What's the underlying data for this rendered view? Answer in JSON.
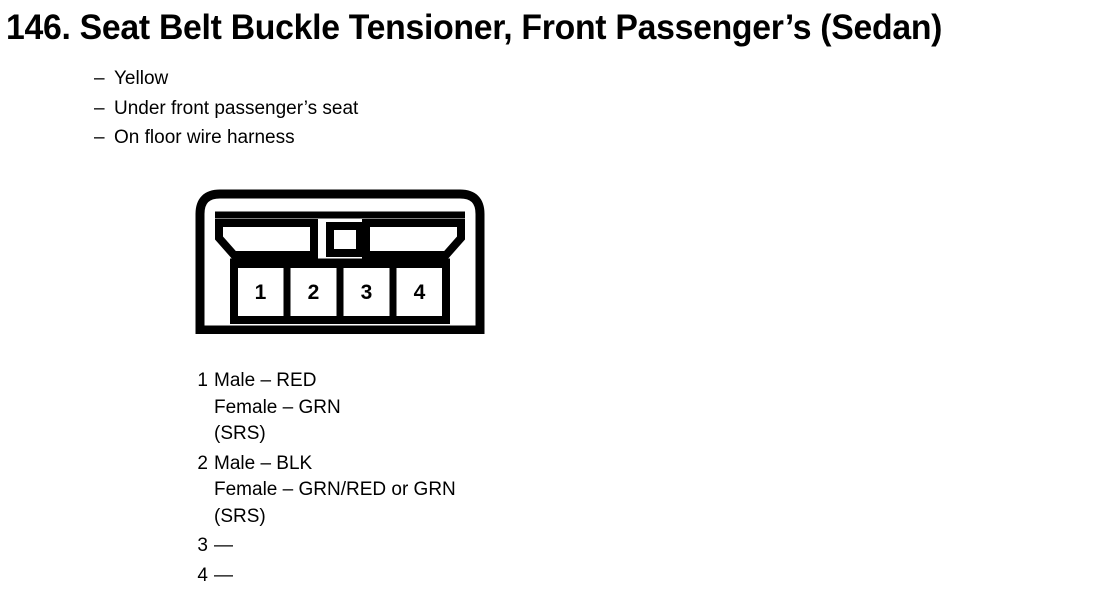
{
  "page": {
    "number": "146.",
    "title": "146. Seat Belt Buckle Tensioner, Front Passenger’s (Sedan)",
    "title_text": "Seat Belt Buckle Tensioner, Front Passenger’s (Sedan)"
  },
  "attributes": [
    {
      "dash": "–",
      "text": "Yellow"
    },
    {
      "dash": "–",
      "text": "Under front passenger’s seat"
    },
    {
      "dash": "–",
      "text": "On floor wire harness"
    }
  ],
  "connector": {
    "cavity_count": 4,
    "cavities": [
      {
        "number": "1"
      },
      {
        "number": "2"
      },
      {
        "number": "3"
      },
      {
        "number": "4"
      }
    ],
    "outline_color": "#000000",
    "fill_color": "#ffffff"
  },
  "pin_legend": [
    {
      "pin": "1",
      "lines": [
        "Male – RED",
        "Female – GRN",
        "(SRS)"
      ]
    },
    {
      "pin": "2",
      "lines": [
        "Male – BLK",
        "Female – GRN/RED or GRN",
        "(SRS)"
      ]
    },
    {
      "pin": "3",
      "lines": [
        "—"
      ]
    },
    {
      "pin": "4",
      "lines": [
        "—"
      ]
    }
  ]
}
